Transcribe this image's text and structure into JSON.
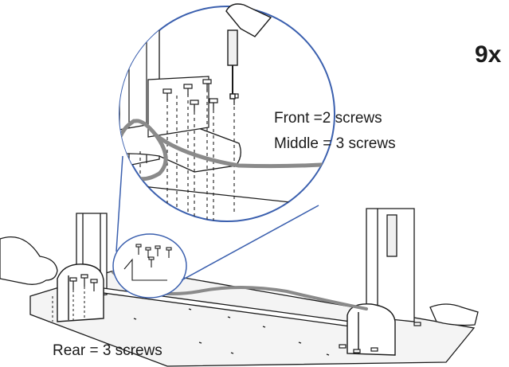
{
  "callout": {
    "quantity": "9x",
    "front": "Front =2 screws",
    "middle": "Middle = 3 screws",
    "rear": "Rear = 3 screws"
  },
  "icons": {
    "screwdriver": "screwdriver-icon",
    "hand": "hand-icon"
  },
  "colors": {
    "magnifier_outline": "#3a5fae",
    "cable": "#8a8a8a",
    "line_art": "#1a1a1a"
  }
}
